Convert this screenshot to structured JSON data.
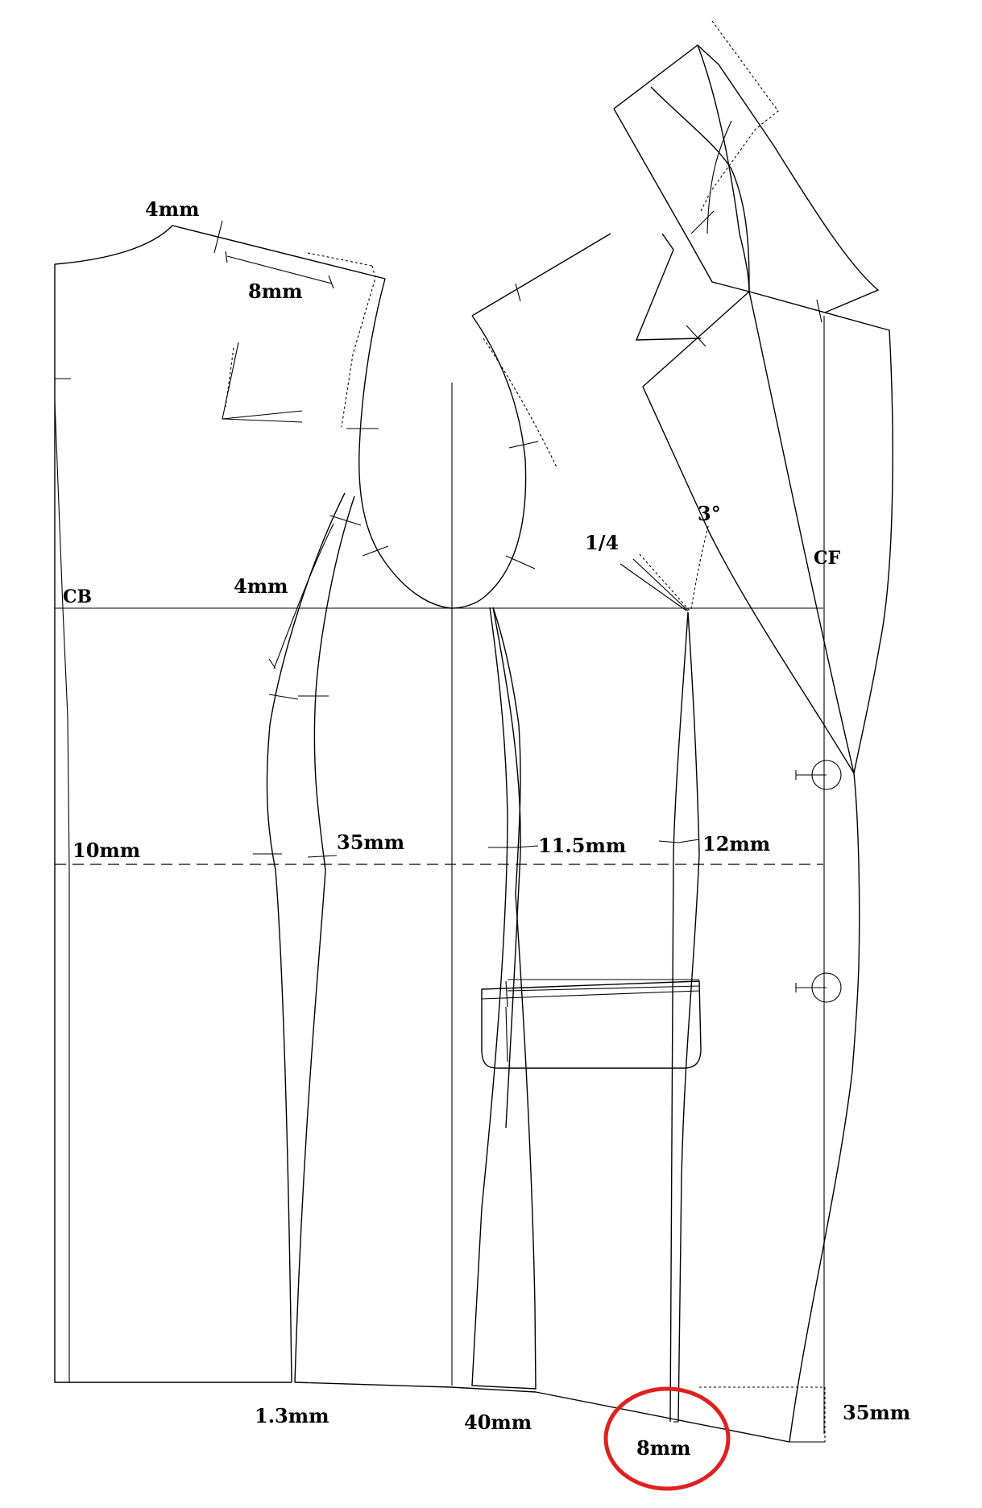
{
  "labels": {
    "shoulder_neck": "4mm",
    "shoulder_dart": "8mm",
    "back_side": "4mm",
    "cb": "CB",
    "cf": "CF",
    "back_waist": "10mm",
    "side_waist": "35mm",
    "side_front_waist": "11.5mm",
    "front_dart_waist": "12mm",
    "dart_fraction": "1/4",
    "dart_angle": "3°",
    "hem_back": "1.3mm",
    "hem_side": "40mm",
    "hem_front": "8mm",
    "hem_cf": "35mm"
  },
  "highlight": {
    "color": "#e02020"
  }
}
